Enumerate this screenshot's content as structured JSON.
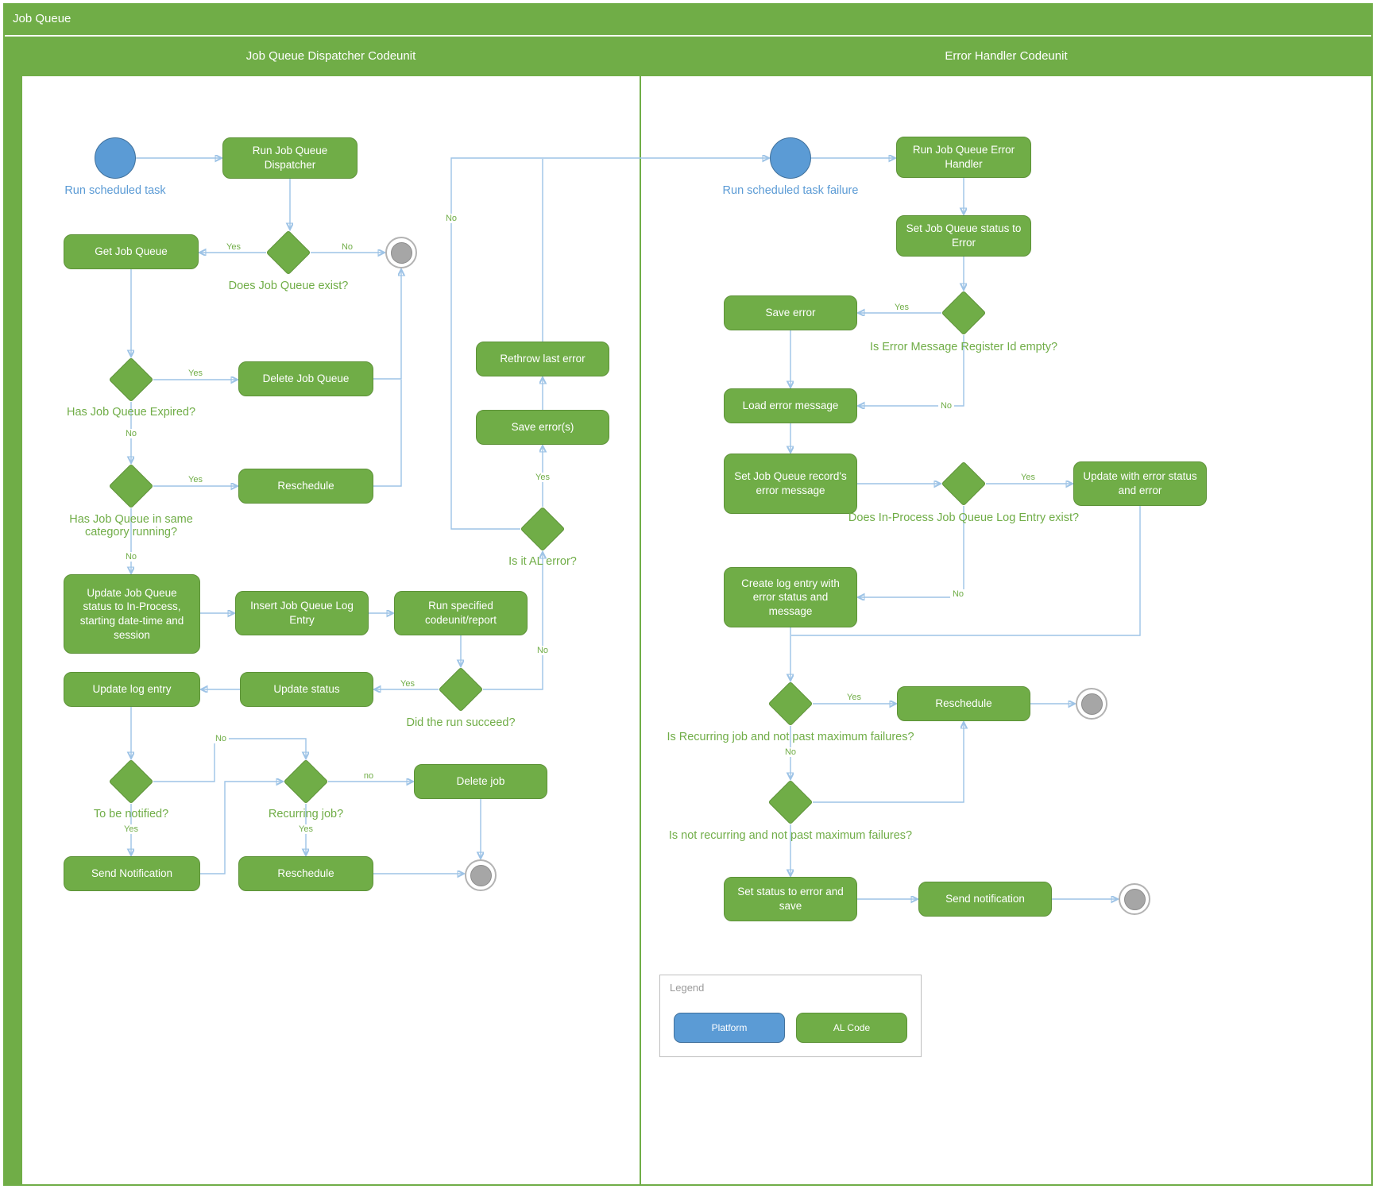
{
  "frame": {
    "title": "Job Queue"
  },
  "lanes": {
    "dispatcher": {
      "label": "Job Queue Dispatcher Codeunit"
    },
    "error_handler": {
      "label": "Error Handler Codeunit"
    }
  },
  "colors": {
    "al_code_green": "#70AD47",
    "platform_blue": "#5B9BD5",
    "end_node_gray": "#A6A6A6",
    "connector_blue": "#9DC3E6"
  },
  "dispatcher_lane": {
    "start_label": "Run scheduled task",
    "nodes": {
      "run_dispatcher": "Run Job Queue Dispatcher",
      "get_job_queue": "Get Job Queue",
      "delete_job_queue": "Delete Job Queue",
      "reschedule_expired": "Reschedule",
      "update_status_in_process": "Update Job Queue status to In-Process, starting date-time and session",
      "insert_log_entry": "Insert Job Queue Log Entry",
      "run_specified": "Run specified codeunit/report",
      "rethrow_last_error": "Rethrow last error",
      "save_errors": "Save error(s)",
      "update_status": "Update status",
      "update_log_entry": "Update log entry",
      "delete_job": "Delete job",
      "send_notification": "Send Notification",
      "reschedule_recurring": "Reschedule"
    },
    "decisions": {
      "job_queue_exists": "Does Job Queue exist?",
      "has_expired": "Has Job Queue Expired?",
      "same_category_running": "Has Job Queue in same category running?",
      "is_al_error": "Is it AL error?",
      "did_run_succeed": "Did the run succeed?",
      "to_be_notified": "To be notified?",
      "recurring_job": "Recurring job?"
    },
    "edge_labels": {
      "exists_yes": "Yes",
      "exists_no": "No",
      "expired_yes": "Yes",
      "expired_no": "No",
      "same_category_yes": "Yes",
      "same_category_no": "No",
      "al_error_yes": "Yes",
      "al_error_no": "No",
      "run_succeed_yes": "Yes",
      "run_succeed_no": "No",
      "notified_yes": "Yes",
      "notified_no": "No",
      "recurring_yes": "Yes",
      "recurring_no": "no"
    }
  },
  "error_lane": {
    "start_label": "Run scheduled task failure",
    "nodes": {
      "run_error_handler": "Run Job Queue Error Handler",
      "set_status_error": "Set Job Queue status to Error",
      "save_error": "Save error",
      "load_error_message": "Load error message",
      "set_record_error": "Set Job Queue record's error message",
      "update_with_error": "Update with error status and error",
      "create_log_entry": "Create log entry with error status and message",
      "reschedule": "Reschedule",
      "set_status_save": "Set status to error and save",
      "send_notification": "Send notification"
    },
    "decisions": {
      "register_id_empty": "Is Error Message Register Id empty?",
      "in_process_log_exists": "Does In-Process Job Queue Log Entry exist?",
      "recurring_not_max": "Is Recurring job and not past maximum failures?",
      "not_recurring_not_max": "Is not recurring and not past maximum failures?"
    },
    "edge_labels": {
      "register_yes": "Yes",
      "register_no": "No",
      "log_exists_yes": "Yes",
      "log_exists_no": "No",
      "recurring_yes": "Yes",
      "recurring_no": "No"
    }
  },
  "legend": {
    "title": "Legend",
    "platform": "Platform",
    "al_code": "AL Code"
  }
}
